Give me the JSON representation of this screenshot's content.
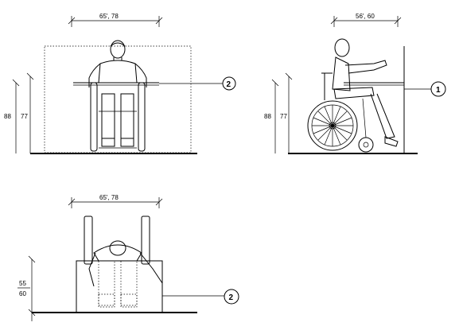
{
  "front_view": {
    "width_dim": "65', 78",
    "height_dims": {
      "outer": "88",
      "inner": "77"
    },
    "callout": "2"
  },
  "side_view": {
    "reach_dim": "56', 60",
    "height_dims": {
      "outer": "88",
      "inner": "77"
    },
    "callout": "1"
  },
  "lower_view": {
    "width_dim": "65', 78",
    "height_dims": {
      "top": "55",
      "bottom": "60"
    },
    "callout": "2"
  }
}
